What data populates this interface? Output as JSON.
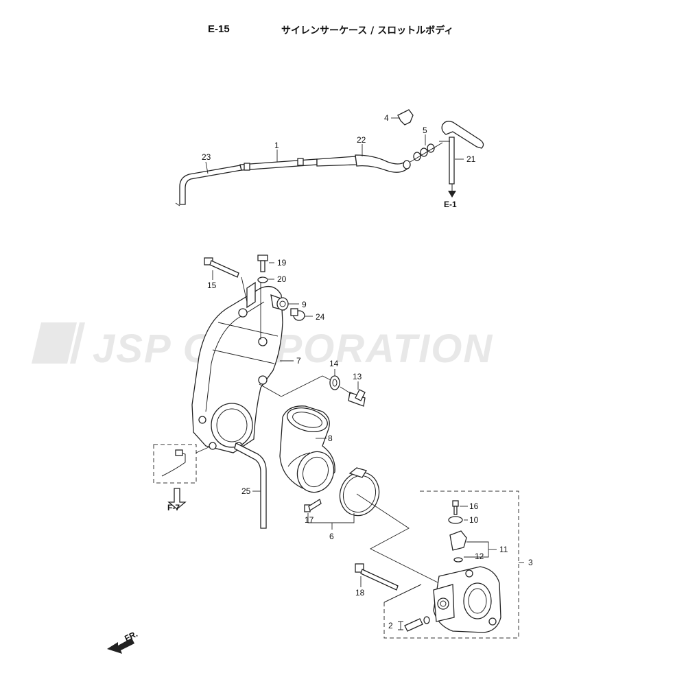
{
  "header": {
    "code": "E-15",
    "title": "サイレンサーケース / スロットルボディ"
  },
  "watermark": "JSP CORPORATION",
  "callouts": {
    "p1": "1",
    "p2": "2",
    "p3": "3",
    "p4": "4",
    "p5": "5",
    "p6": "6",
    "p7": "7",
    "p8": "8",
    "p9": "9",
    "p10": "10",
    "p11": "11",
    "p12": "12",
    "p13": "13",
    "p14": "14",
    "p15": "15",
    "p16": "16",
    "p17": "17",
    "p18": "18",
    "p19": "19",
    "p20": "20",
    "p21": "21",
    "p22": "22",
    "p23": "23",
    "p24": "24",
    "p25": "25"
  },
  "refs": {
    "e1": "E-1",
    "f7": "F-7"
  },
  "direction": "FR.",
  "colors": {
    "line": "#222222",
    "watermark": "#e8e8e8"
  }
}
